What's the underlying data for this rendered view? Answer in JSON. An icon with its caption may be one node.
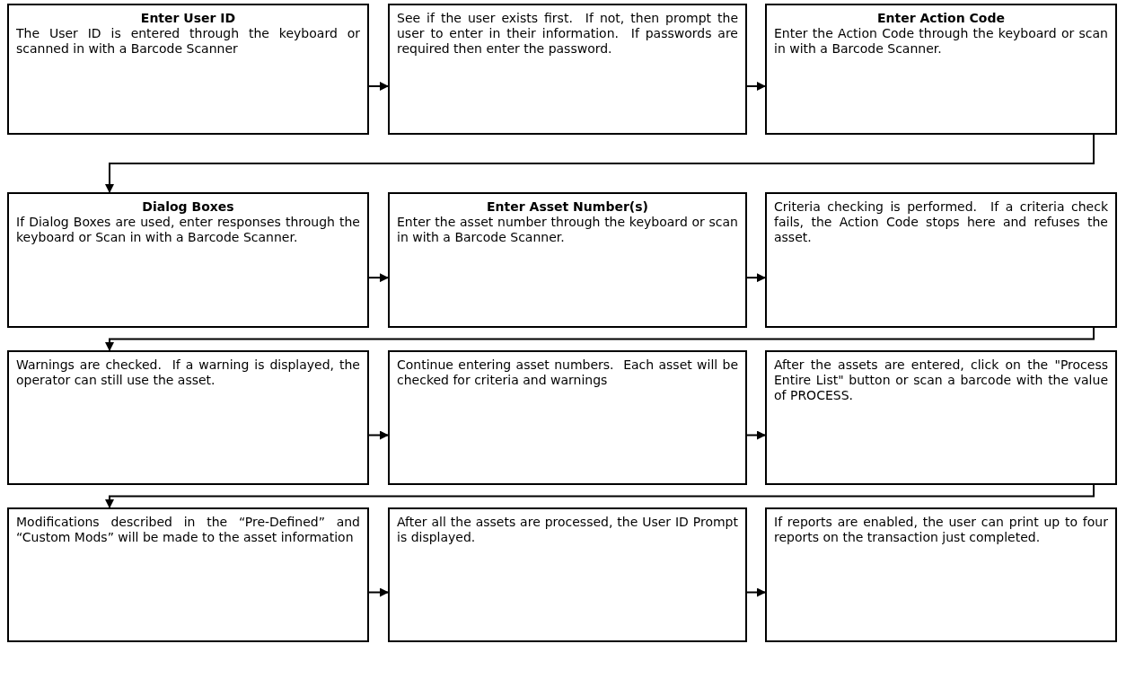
{
  "diagram": {
    "nodes": [
      {
        "text": [
          "Enter User ID",
          "The User ID is entered through the keyboard or scanned in with a Barcode Scanner"
        ]
      },
      {
        "text": [
          "See if the user exists first.  If not, then prompt the user to enter in their information.  If passwords are required then enter the password."
        ]
      },
      {
        "text": [
          "Enter Action Code",
          "Enter the Action Code through the keyboard or scan in with a Barcode Scanner."
        ]
      },
      {
        "text": [
          "Dialog Boxes",
          "If Dialog Boxes are used, enter responses through the keyboard or Scan in with a Barcode Scanner."
        ]
      },
      {
        "text": [
          "Enter Asset Number(s)",
          "Enter the asset number through the keyboard or scan in with a Barcode Scanner."
        ]
      },
      {
        "text": [
          "Criteria checking is performed.  If a criteria check fails, the Action Code stops here and refuses the asset."
        ]
      },
      {
        "text": [
          "Warnings are checked.  If a warning is displayed, the operator can still use the asset."
        ]
      },
      {
        "text": [
          "Continue entering asset numbers.  Each asset will be checked for criteria and warnings"
        ]
      },
      {
        "text": [
          "After the assets are entered, click on the \"Process Entire List\" button or scan a barcode with the value of PROCESS."
        ]
      },
      {
        "text": [
          "Modifications described in the “Pre-Defined” and “Custom Mods” will be made to the asset information"
        ]
      },
      {
        "text": [
          "After all the assets are processed, the User ID Prompt is displayed."
        ]
      },
      {
        "text": [
          "If reports are enabled, the user can print up to four reports on the transaction just completed."
        ]
      }
    ],
    "edges": [
      {
        "from": 0,
        "to": 1,
        "arrow": "to"
      },
      {
        "from": 1,
        "to": 2,
        "arrow": "to"
      },
      {
        "from": 2,
        "to": 3,
        "arrow": "to"
      },
      {
        "from": 3,
        "to": 4,
        "arrow": "to"
      },
      {
        "from": 4,
        "to": 5,
        "arrow": "to"
      },
      {
        "from": 5,
        "to": 6,
        "arrow": "to"
      },
      {
        "from": 6,
        "to": 7,
        "arrow": "to"
      },
      {
        "from": 7,
        "to": 8,
        "arrow": "to"
      },
      {
        "from": 8,
        "to": 9,
        "arrow": "to"
      },
      {
        "from": 9,
        "to": 10,
        "arrow": "to"
      },
      {
        "from": 10,
        "to": 11,
        "arrow": "to"
      }
    ]
  }
}
